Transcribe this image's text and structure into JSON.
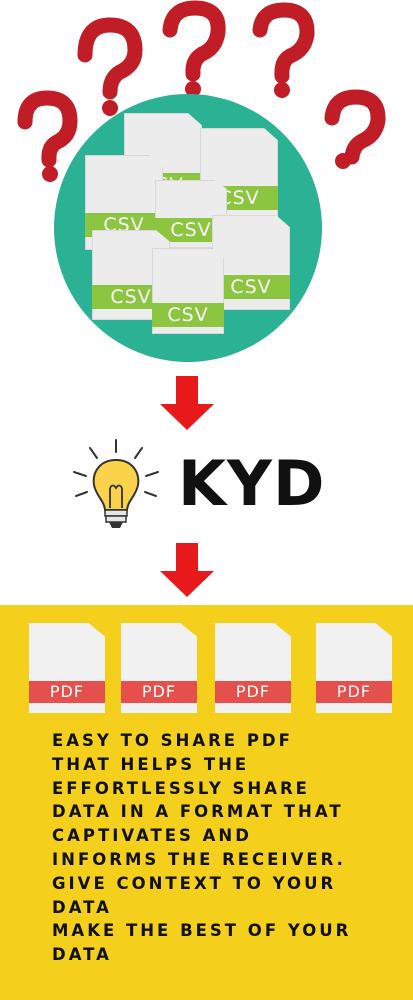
{
  "illustration": {
    "csv_files": [
      {
        "label": "CSV"
      },
      {
        "label": "CSV"
      },
      {
        "label": "CSV"
      },
      {
        "label": "CSV"
      },
      {
        "label": "CSV"
      },
      {
        "label": "CSV"
      },
      {
        "label": "CSV"
      }
    ],
    "circle_color": "#2bb295",
    "question_mark_color": "#c11d27",
    "csv_label_color": "#8cc540"
  },
  "arrow_color": "#e8191b",
  "brand": {
    "name": "KYD",
    "icon": "lightbulb-icon"
  },
  "panel": {
    "background": "#f4cf1c",
    "pdf_files": [
      {
        "label": "PDF"
      },
      {
        "label": "PDF"
      },
      {
        "label": "PDF"
      },
      {
        "label": "PDF"
      }
    ],
    "pdf_label_color": "#e6504c",
    "description_lines": [
      "EASY TO SHARE PDF",
      "THAT HELPS THE",
      "EFFORTLESSLY SHARE",
      "DATA IN A FORMAT THAT",
      "CAPTIVATES AND",
      "INFORMS THE RECEIVER.",
      "GIVE CONTEXT TO YOUR",
      "DATA",
      "MAKE THE BEST OF YOUR",
      "DATA"
    ]
  }
}
